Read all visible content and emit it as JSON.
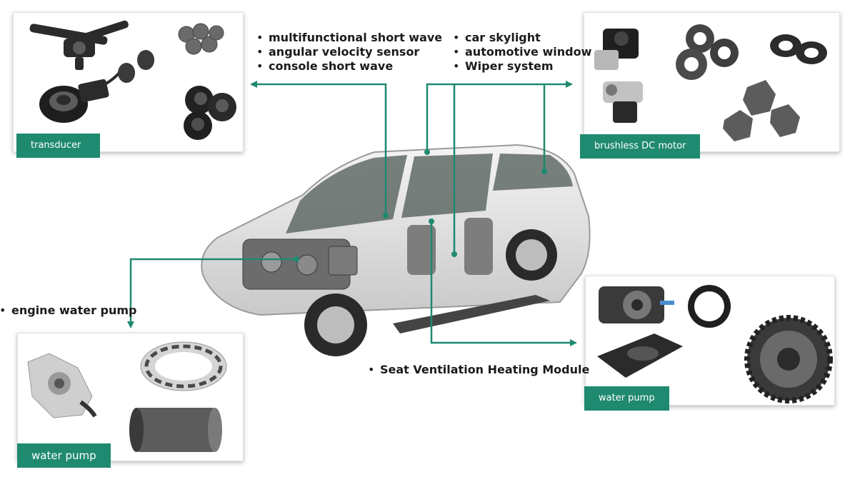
{
  "colors": {
    "accent": "#1f8a70",
    "connector": "#1f8a70",
    "panel_border": "#e1e1e1",
    "part_dark": "#2b2b2b",
    "part_mid": "#5c5c5c",
    "part_light": "#9a9a9a"
  },
  "callouts": {
    "transducer_apps": [
      "multifunctional short wave",
      "angular velocity sensor",
      "console short wave"
    ],
    "motor_apps": [
      "car skylight",
      "automotive window",
      "Wiper system"
    ],
    "engine_pump_apps": [
      "engine water pump"
    ],
    "seat_apps": [
      "Seat Ventilation Heating Module"
    ]
  },
  "panels": {
    "transducer": {
      "label": "transducer"
    },
    "motor": {
      "label": "brushless DC motor"
    },
    "engine_pump": {
      "label": "water pump"
    },
    "seat_pump": {
      "label": "water pump"
    }
  },
  "illustration": {
    "subject": "cutaway-suv"
  }
}
